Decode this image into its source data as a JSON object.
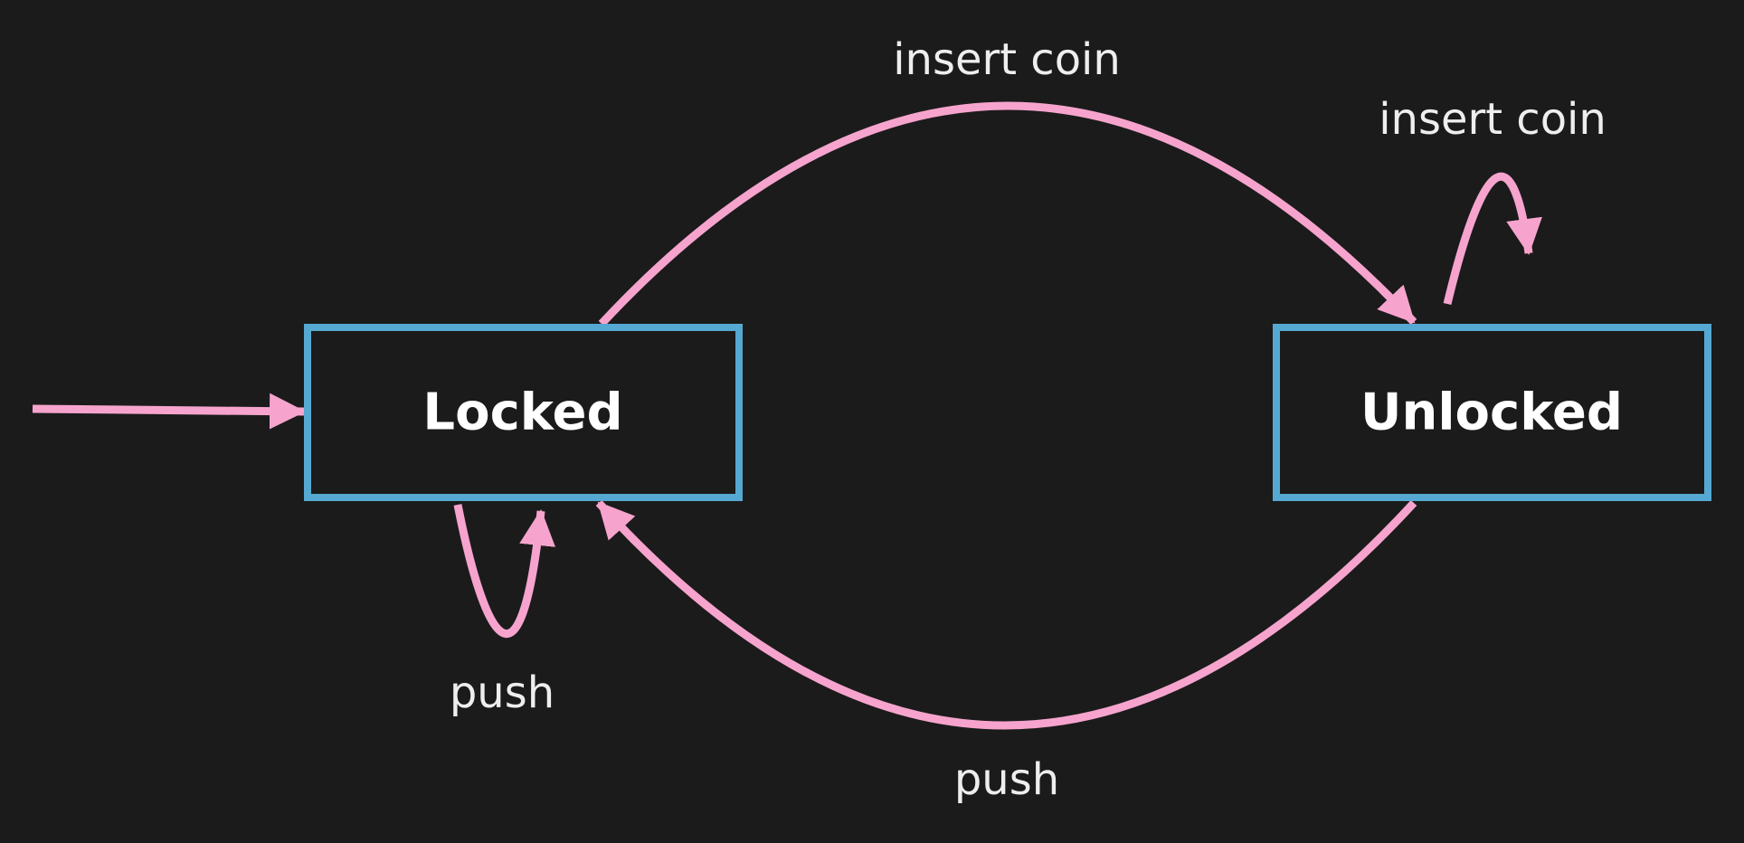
{
  "colors": {
    "background": "#1b1b1b",
    "state_border": "#55a8d2",
    "transition": "#f6a4cd",
    "state_text": "#ffffff",
    "label_text": "#eeeeee"
  },
  "states": {
    "locked": {
      "label": "Locked"
    },
    "unlocked": {
      "label": "Unlocked"
    }
  },
  "transitions": {
    "locked_to_unlocked": {
      "label": "insert coin"
    },
    "unlocked_self": {
      "label": "insert coin"
    },
    "locked_self": {
      "label": "push"
    },
    "unlocked_to_locked": {
      "label": "push"
    }
  }
}
